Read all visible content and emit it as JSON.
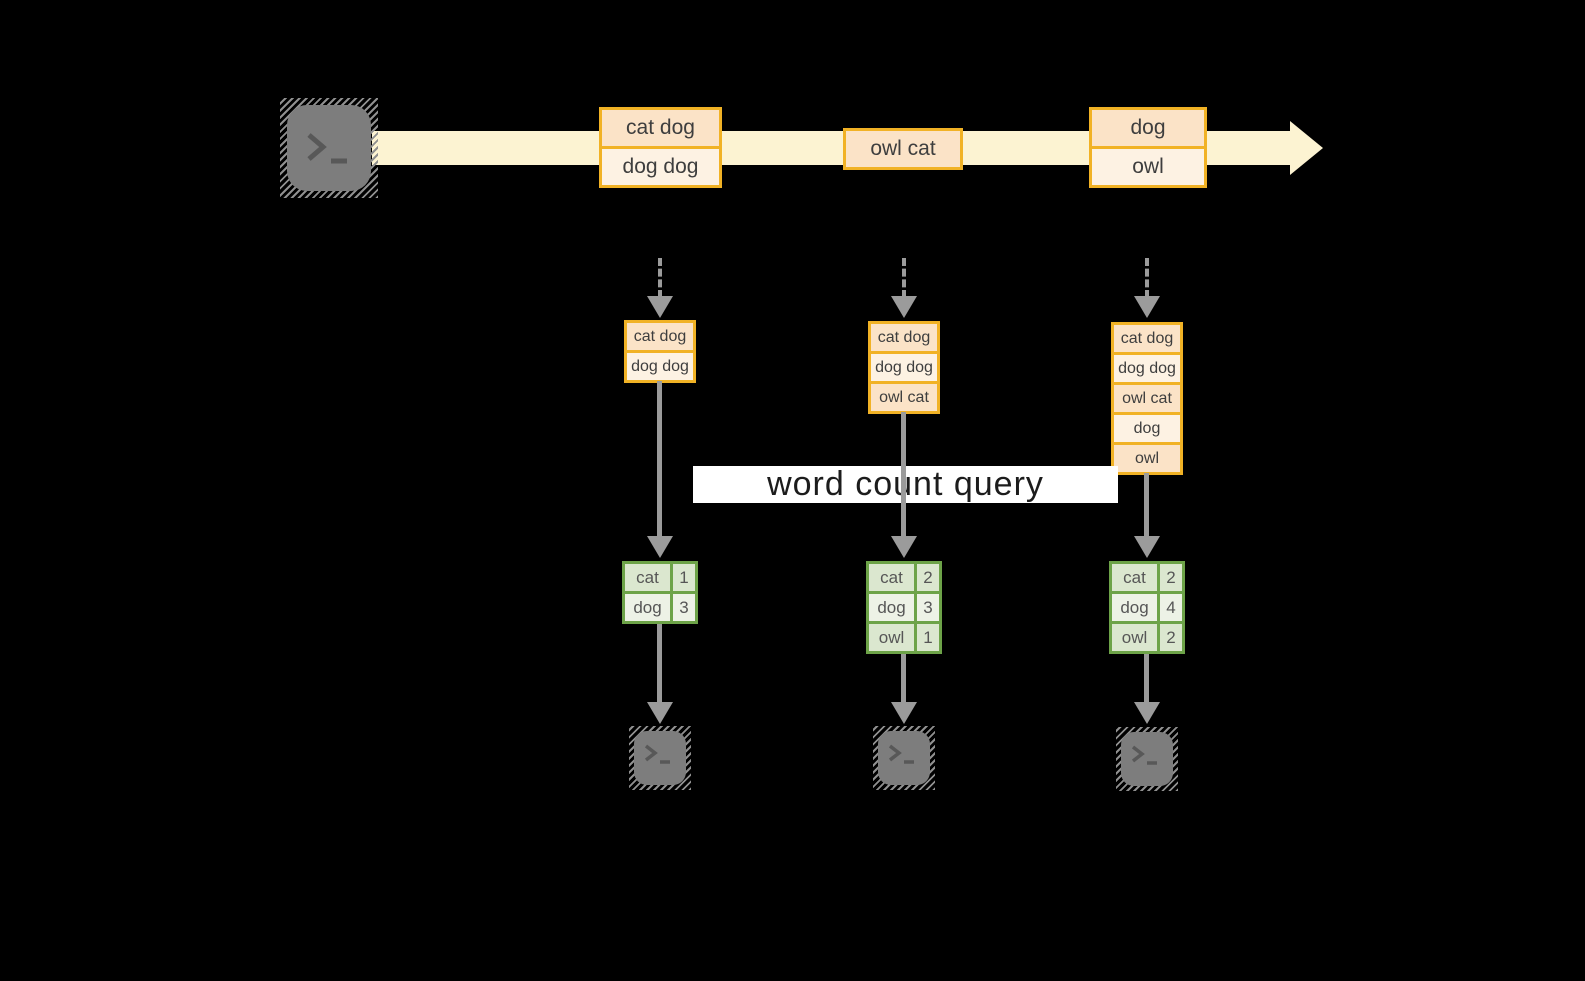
{
  "stream": {
    "source_icon": "terminal",
    "batches": [
      [
        "cat dog",
        "dog dog"
      ],
      [
        "owl cat"
      ],
      [
        "dog",
        "owl"
      ]
    ]
  },
  "query": {
    "label": "word count query"
  },
  "columns": [
    {
      "buffer": [
        "cat dog",
        "dog dog"
      ],
      "counts": [
        {
          "word": "cat",
          "count": 1
        },
        {
          "word": "dog",
          "count": 3
        }
      ]
    },
    {
      "buffer": [
        "cat dog",
        "dog dog",
        "owl cat"
      ],
      "counts": [
        {
          "word": "cat",
          "count": 2
        },
        {
          "word": "dog",
          "count": 3
        },
        {
          "word": "owl",
          "count": 1
        }
      ]
    },
    {
      "buffer": [
        "cat dog",
        "dog dog",
        "owl cat",
        "dog",
        "owl"
      ],
      "counts": [
        {
          "word": "cat",
          "count": 2
        },
        {
          "word": "dog",
          "count": 4
        },
        {
          "word": "owl",
          "count": 2
        }
      ]
    }
  ],
  "colors": {
    "background": "#000000",
    "stream_band": "#fcf3d2",
    "box_border_orange": "#f1b225",
    "box_fill_peach": "#fbe3c7",
    "box_fill_cream": "#fdf2e3",
    "table_border_green": "#6da348",
    "table_fill_a": "#dbe7cf",
    "table_fill_b": "#edf2e6",
    "arrow_gray": "#9b9b9b",
    "terminal_gray": "#7d7d7d",
    "label_bg": "#ffffff"
  }
}
